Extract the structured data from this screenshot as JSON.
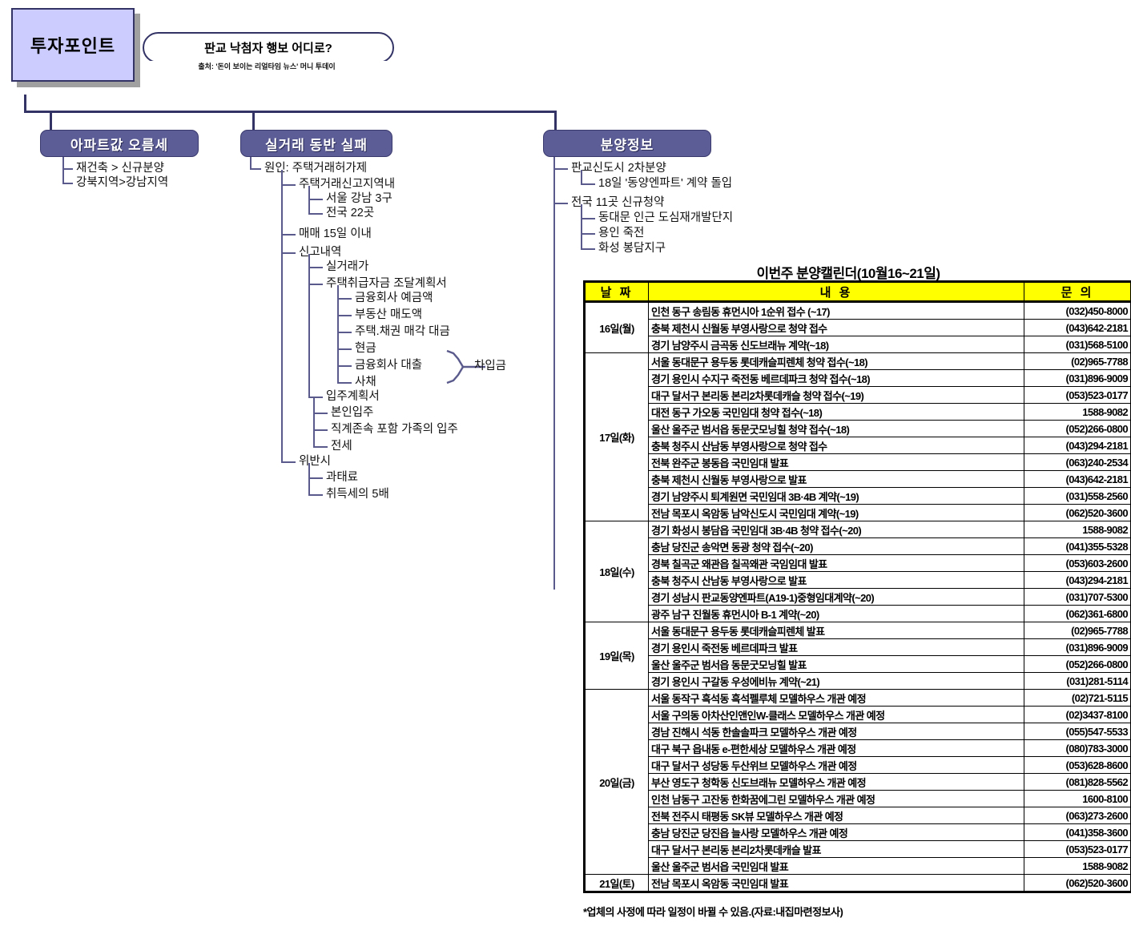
{
  "title_box": {
    "label": "투자포인트"
  },
  "headline": {
    "text": "판교 낙첨자 행보 어디로?",
    "source": "출처: '돈이 보이는 리얼타임 뉴스' 머니 투데이"
  },
  "branches": [
    {
      "id": "apt-price",
      "header": "아파트값 오름세",
      "items": [
        {
          "level": 1,
          "text": "재건축 > 신규분양"
        },
        {
          "level": 1,
          "text": "강북지역>강남지역"
        }
      ]
    },
    {
      "id": "real-trade",
      "header": "실거래 동반 실패",
      "items": [
        {
          "level": 1,
          "text": "원인: 주택거래허가제"
        },
        {
          "level": 2,
          "text": "주택거래신고지역내"
        },
        {
          "level": 3,
          "text": "서울 강남 3구"
        },
        {
          "level": 3,
          "text": "전국 22곳"
        },
        {
          "level": 2,
          "text": "매매 15일 이내"
        },
        {
          "level": 2,
          "text": "신고내역"
        },
        {
          "level": 3,
          "text": "실거래가"
        },
        {
          "level": 3,
          "text": "주택취급자금 조달계획서"
        },
        {
          "level": 4,
          "text": "금융회사 예금액"
        },
        {
          "level": 4,
          "text": "부동산 매도액"
        },
        {
          "level": 4,
          "text": "주택.채권 매각 대금"
        },
        {
          "level": 4,
          "text": "현금"
        },
        {
          "level": 4,
          "text": "금융회사 대출"
        },
        {
          "level": 4,
          "text": "사채"
        },
        {
          "level": 3,
          "text": "입주계획서"
        },
        {
          "level": 4,
          "text": "본인입주"
        },
        {
          "level": 4,
          "text": "직계존속 포함 가족의 입주"
        },
        {
          "level": 4,
          "text": "전세"
        },
        {
          "level": 2,
          "text": "위반시"
        },
        {
          "level": 3,
          "text": "과태료"
        },
        {
          "level": 3,
          "text": "취득세의 5배"
        }
      ],
      "brace_label": "차입금"
    },
    {
      "id": "supply-info",
      "header": "분양정보",
      "items": [
        {
          "level": 1,
          "text": "판교신도시 2차분양"
        },
        {
          "level": 2,
          "text": "18일 '동양엔파트' 계약 돌입"
        },
        {
          "level": 1,
          "text": "전국 11곳 신규청약"
        },
        {
          "level": 2,
          "text": "동대문 인근 도심재개발단지"
        },
        {
          "level": 2,
          "text": "용인 죽전"
        },
        {
          "level": 2,
          "text": "화성 봉담지구"
        }
      ]
    }
  ],
  "calendar": {
    "title": "이번주 분양캘린더(10월16~21일)",
    "columns": [
      "날 짜",
      "내           용",
      "문   의"
    ],
    "footnote": "*업체의 사정에 따라 일정이 바뀔 수 있음.(자료:내집마련정보사)",
    "groups": [
      {
        "date": "16일(월)",
        "rows": [
          {
            "content": "인천 동구 송림동 휴먼시아 1순위 접수 (~17)",
            "tel": "(032)450-8000"
          },
          {
            "content": "충북 제천시 신월동 부영사랑으로 청약 접수",
            "tel": "(043)642-2181"
          },
          {
            "content": "경기 남양주시 금곡동 신도브래뉴 계약(~18)",
            "tel": "(031)568-5100"
          }
        ]
      },
      {
        "date": "17일(화)",
        "rows": [
          {
            "content": "서울 동대문구 용두동 롯데캐슬피렌체 청약 접수(~18)",
            "tel": "(02)965-7788"
          },
          {
            "content": "경기 용인시 수지구 죽전동 베르데파크 청약 접수(~18)",
            "tel": "(031)896-9009"
          },
          {
            "content": "대구 달서구 본리동 본리2차롯데캐슬 청약 접수(~19)",
            "tel": "(053)523-0177"
          },
          {
            "content": "대전 동구 가오동 국민임대 청약 접수(~18)",
            "tel": "1588-9082"
          },
          {
            "content": "울산 울주군 범서읍 동문굿모닝힐 청약 접수(~18)",
            "tel": "(052)266-0800"
          },
          {
            "content": "충북 청주시 산남동 부영사랑으로 청약 접수",
            "tel": "(043)294-2181"
          },
          {
            "content": "전북 완주군 봉동읍 국민임대 발표",
            "tel": "(063)240-2534"
          },
          {
            "content": "충북 제천시 신월동 부영사랑으로 발표",
            "tel": "(043)642-2181"
          },
          {
            "content": "경기 남양주시 퇴계원면 국민임대 3B·4B 계약(~19)",
            "tel": "(031)558-2560"
          },
          {
            "content": "전남 목포시 옥암동 남악신도시 국민임대 계약(~19)",
            "tel": "(062)520-3600"
          }
        ]
      },
      {
        "date": "18일(수)",
        "rows": [
          {
            "content": "경기 화성시 봉담읍 국민임대 3B·4B 청약 접수(~20)",
            "tel": "1588-9082"
          },
          {
            "content": "충남 당진군 송악면 동광 청약 접수(~20)",
            "tel": "(041)355-5328"
          },
          {
            "content": "경북 칠곡군 왜관읍 칠곡왜관 국임임대 발표",
            "tel": "(053)603-2600"
          },
          {
            "content": "충북 청주시 산남동 부영사랑으로 발표",
            "tel": "(043)294-2181"
          },
          {
            "content": "경기 성남시 판교동양엔파트(A19-1)중형임대계약(~20)",
            "tel": "(031)707-5300"
          },
          {
            "content": "광주 남구 진월동 휴먼시아 B-1 계약(~20)",
            "tel": "(062)361-6800"
          }
        ]
      },
      {
        "date": "19일(목)",
        "rows": [
          {
            "content": "서울 동대문구 용두동 롯데캐슬피렌체 발표",
            "tel": "(02)965-7788"
          },
          {
            "content": "경기 용인시 죽전동 베르데파크 발표",
            "tel": "(031)896-9009"
          },
          {
            "content": "울산 울주군 범서읍 동문굿모닝힐 발표",
            "tel": "(052)266-0800"
          },
          {
            "content": "경기 용인시 구갈동 우성에비뉴 계약(~21)",
            "tel": "(031)281-5114"
          }
        ]
      },
      {
        "date": "20일(금)",
        "rows": [
          {
            "content": "서울 동작구 흑석동 흑석펠루체 모델하우스 개관 예정",
            "tel": "(02)721-5115"
          },
          {
            "content": "서울 구의동 아차산인앤인W-클래스 모델하우스 개관 예정",
            "tel": "(02)3437-8100"
          },
          {
            "content": "경남 진해시 석동 한솔솔파크 모델하우스 개관 예정",
            "tel": "(055)547-5533"
          },
          {
            "content": "대구 북구 읍내동 e-편한세상 모델하우스 개관 예정",
            "tel": "(080)783-3000"
          },
          {
            "content": "대구 달서구 성당동 두산위브 모델하우스 개관 예정",
            "tel": "(053)628-8600"
          },
          {
            "content": "부산 영도구 청학동 신도브래뉴 모델하우스 개관 예정",
            "tel": "(081)828-5562"
          },
          {
            "content": "인천 남동구 고잔동 한화꿈에그린 모델하우스 개관 예정",
            "tel": "1600-8100"
          },
          {
            "content": "전북 전주시 태평동 SK뷰 모델하우스 개관 예정",
            "tel": "(063)273-2600"
          },
          {
            "content": "충남 당진군 당진읍 늘사랑 모델하우스 개관 예정",
            "tel": "(041)358-3600"
          },
          {
            "content": "대구 달서구 본리동 본리2차롯데캐슬 발표",
            "tel": "(053)523-0177"
          },
          {
            "content": "울산 울주군 범서읍 국민임대 발표",
            "tel": "1588-9082"
          }
        ]
      },
      {
        "date": "21일(토)",
        "rows": [
          {
            "content": "전남 목포시 옥암동 국민임대 발표",
            "tel": "(062)520-3600"
          }
        ]
      }
    ]
  },
  "colors": {
    "node_fill": "#5c5c96",
    "title_fill": "#ccccff",
    "line": "#333366",
    "header_yellow": "#ffff00"
  }
}
